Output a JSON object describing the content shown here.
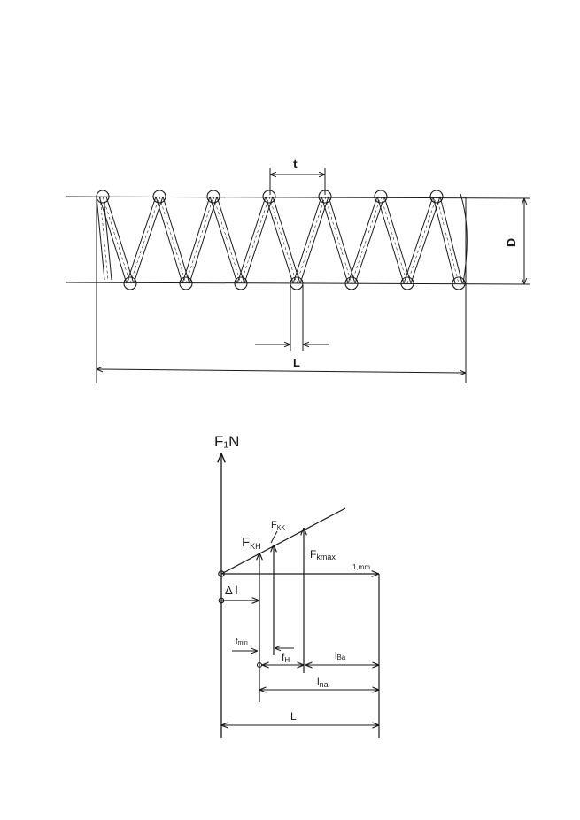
{
  "spring": {
    "pitch_label": "t",
    "diameter_label": "D",
    "wire_label": "L",
    "length_label": "L"
  },
  "graph": {
    "y_axis_label": "F₁N",
    "x_axis_label": "1,mm",
    "labels": {
      "fkh": "F",
      "fkh_sub": "KH",
      "fkk": "F",
      "fkk_sub": "KK",
      "fkmax": "F",
      "fkmax_sub": "kmax",
      "delta_l": "Δ l",
      "fmin": "f",
      "fmin_sub": "min",
      "fh": "f",
      "fh_sub": "H",
      "lba": "l",
      "lba_sub": "Ba",
      "lna": "l",
      "lna_sub": "na",
      "total_length": "L"
    }
  },
  "colors": {
    "ink": "#1a1a1a",
    "background": "#ffffff"
  }
}
